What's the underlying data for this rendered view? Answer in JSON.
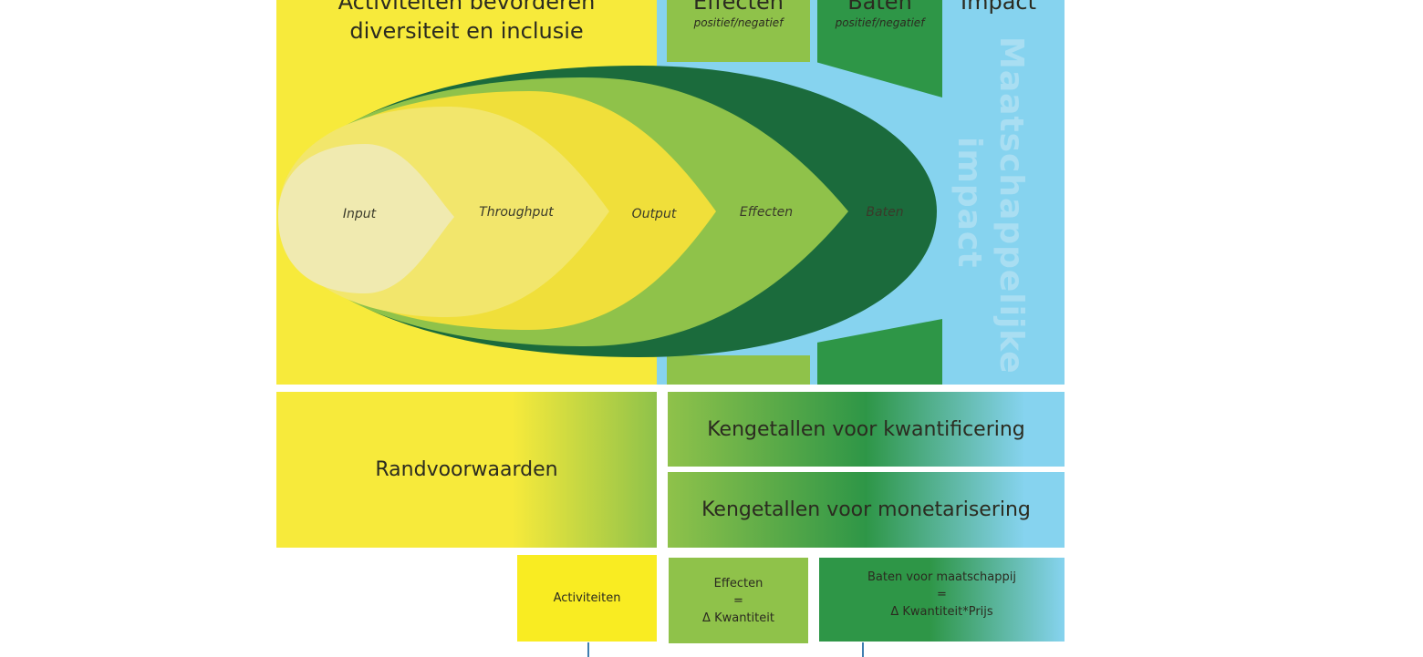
{
  "header": {
    "activities_title_line1": "Activiteiten bevorderen",
    "activities_title_line2": "diversiteit en inclusie",
    "effecten_title": "Effecten",
    "effecten_sub": "positief/negatief",
    "baten_title": "Baten",
    "baten_sub": "positief/negatief",
    "impact_title": "Impact"
  },
  "chain": {
    "input": "Input",
    "throughput": "Throughput",
    "output": "Output",
    "effecten": "Effecten",
    "baten": "Baten"
  },
  "vertical": {
    "line1": "Maatschappelijke",
    "line2": "impact"
  },
  "middle": {
    "randvoorwaarden": "Randvoorwaarden",
    "kwantificering": "Kengetallen voor kwantificering",
    "monetarisering": "Kengetallen voor monetarisering"
  },
  "bottom": {
    "activiteiten": "Activiteiten",
    "effecten_line1": "Effecten",
    "effecten_line2": "=",
    "effecten_line3": "Δ Kwantiteit",
    "baten_line1": "Baten voor maatschappij",
    "baten_line2": "=",
    "baten_line3": "Δ Kwantiteit*Prijs"
  },
  "colors": {
    "yellow": "#f7ea3b",
    "light_green": "#8fc24a",
    "green": "#2e9647",
    "dark_green": "#1b6b3c",
    "light_blue": "#86d3ef"
  }
}
